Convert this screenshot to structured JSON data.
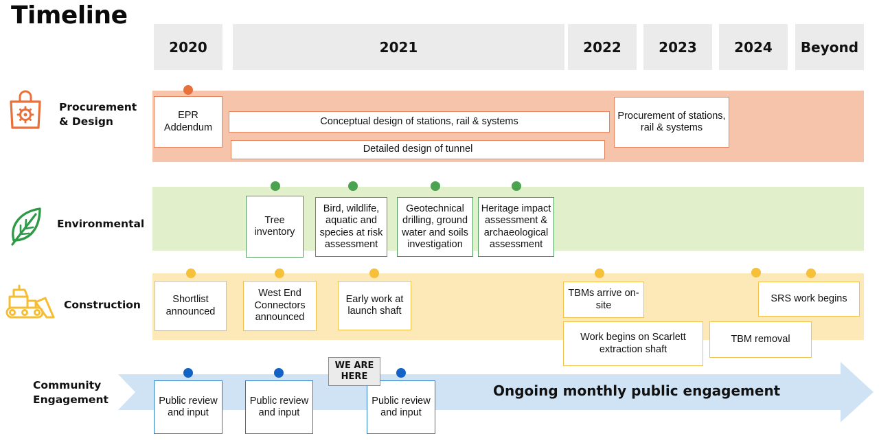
{
  "title": "Timeline",
  "years": [
    "2020",
    "2021",
    "2022",
    "2023",
    "2024",
    "Beyond"
  ],
  "colors": {
    "procurement_band": "#f6c3ab",
    "environmental_band": "#e2efcb",
    "construction_band": "#fde9b8",
    "engagement_arrow": "#cfe3f5",
    "procurement_accent": "#e8703a",
    "environmental_accent": "#4ca34f",
    "construction_accent": "#f6c03a",
    "engagement_accent": "#1363c4"
  },
  "rows": {
    "procurement": {
      "label_line1": "Procurement",
      "label_line2": "& Design",
      "icon": "shopping-bag-gear-icon",
      "items": [
        "EPR Addendum",
        "Conceptual design of stations, rail & systems",
        "Detailed design of tunnel",
        "Procurement of stations, rail & systems"
      ]
    },
    "environmental": {
      "label": "Environmental",
      "icon": "leaf-icon",
      "items": [
        "Tree inventory",
        "Bird, wildlife, aquatic and species at risk assessment",
        "Geotechnical drilling, ground water and soils investigation",
        "Heritage impact assessment & archaeological assessment"
      ]
    },
    "construction": {
      "label": "Construction",
      "icon": "bulldozer-icon",
      "items": [
        "Shortlist announced",
        "West End Connectors announced",
        "Early work at launch shaft",
        "TBMs arrive on-site",
        "Work begins on Scarlett extraction shaft",
        "TBM removal",
        "SRS work begins"
      ]
    },
    "engagement": {
      "label_line1": "Community",
      "label_line2": "Engagement",
      "items": [
        "Public review and input",
        "Public review and input",
        "Public review and input"
      ],
      "we_are_here": "WE ARE HERE",
      "ongoing": "Ongoing monthly public engagement"
    }
  }
}
